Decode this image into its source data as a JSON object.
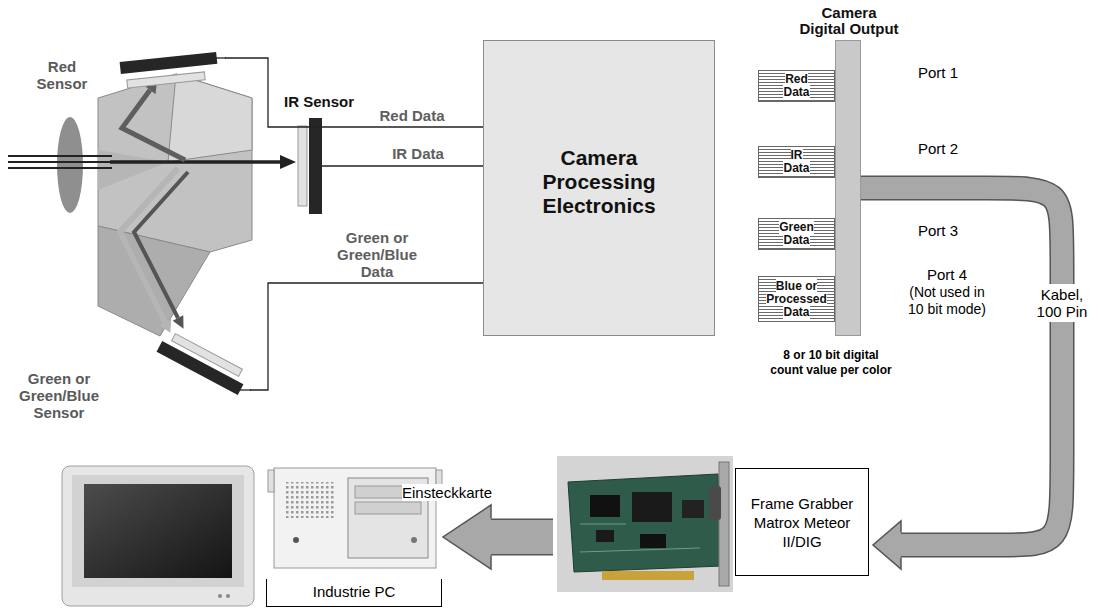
{
  "diagram": {
    "nodes": [
      {
        "text": [
          "Red Sensor"
        ]
      },
      {
        "text": [
          "IR Sensor"
        ]
      },
      {
        "text": [
          "Green or Green/Blue Sensor"
        ]
      },
      {
        "text": [
          "Camera Processing Electronics"
        ]
      },
      {
        "text": [
          "Camera Digital Output"
        ]
      },
      {
        "text": [
          "Red Data"
        ]
      },
      {
        "text": [
          "IR Data"
        ]
      },
      {
        "text": [
          "Green Data"
        ]
      },
      {
        "text": [
          "Blue or Processed Data"
        ]
      },
      {
        "text": [
          "Frame Grabber Matrox Meteor II/DIG"
        ]
      },
      {
        "text": [
          "Industrie PC"
        ]
      }
    ],
    "edges": [
      {
        "from": 0,
        "to": 3,
        "label": "Red Data",
        "arrow": "none"
      },
      {
        "from": 1,
        "to": 3,
        "label": "IR Data",
        "arrow": "none"
      },
      {
        "from": 2,
        "to": 3,
        "label": "Green or Green/Blue Data",
        "arrow": "none"
      },
      {
        "from": 4,
        "to": 9,
        "label": "Kabel, 100 Pin",
        "arrow": "to"
      },
      {
        "from": 9,
        "to": 10,
        "label": "Einsteckkarte",
        "arrow": "to"
      }
    ],
    "labels": [
      "Port 1",
      "Port 2",
      "Port 3",
      "Port 4",
      "(Not used in 10 bit mode)",
      "8 or 10 bit digital count value per color"
    ]
  }
}
